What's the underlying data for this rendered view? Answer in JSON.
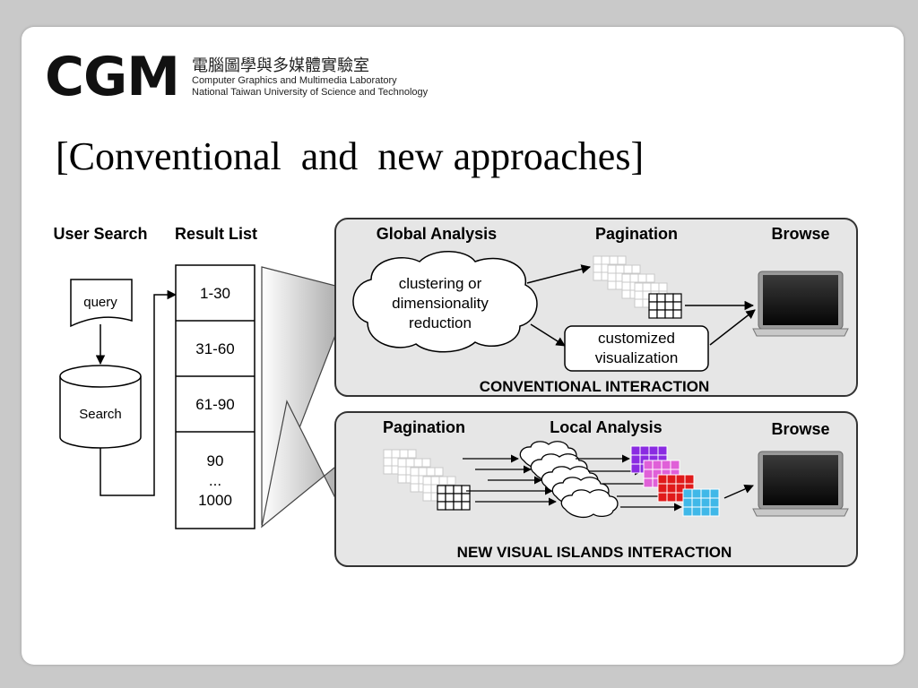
{
  "logo": {
    "wordmark": "CGM",
    "chinese": "電腦圖學與多媒體實驗室",
    "english_line1": "Computer Graphics and Multimedia Laboratory",
    "english_line2": "National Taiwan University of Science and Technology"
  },
  "title": "[Conventional  and  new approaches]",
  "left": {
    "user_search_label": "User Search",
    "result_list_label": "Result List",
    "query": "query",
    "search": "Search"
  },
  "result_list": [
    {
      "lines": [
        "1-30"
      ]
    },
    {
      "lines": [
        "31-60"
      ]
    },
    {
      "lines": [
        "61-90"
      ]
    },
    {
      "lines": [
        "90",
        "...",
        "1000"
      ]
    }
  ],
  "conventional": {
    "global_analysis": "Global Analysis",
    "pagination": "Pagination",
    "browse": "Browse",
    "cloud": [
      "clustering or",
      "dimensionality",
      "reduction"
    ],
    "custom": [
      "customized",
      "visualization"
    ],
    "footer": "CONVENTIONAL INTERACTION"
  },
  "visual_islands": {
    "pagination": "Pagination",
    "local_analysis": "Local Analysis",
    "browse": "Browse",
    "footer": "NEW VISUAL ISLANDS INTERACTION"
  },
  "colors": {
    "slide_bg": "#c9c9c9",
    "panel_bg": "#e6e6e6",
    "grid_purple": "#8a2be2",
    "grid_pink": "#e060d8",
    "grid_red": "#e01a1a",
    "grid_cyan": "#40b8e8"
  }
}
